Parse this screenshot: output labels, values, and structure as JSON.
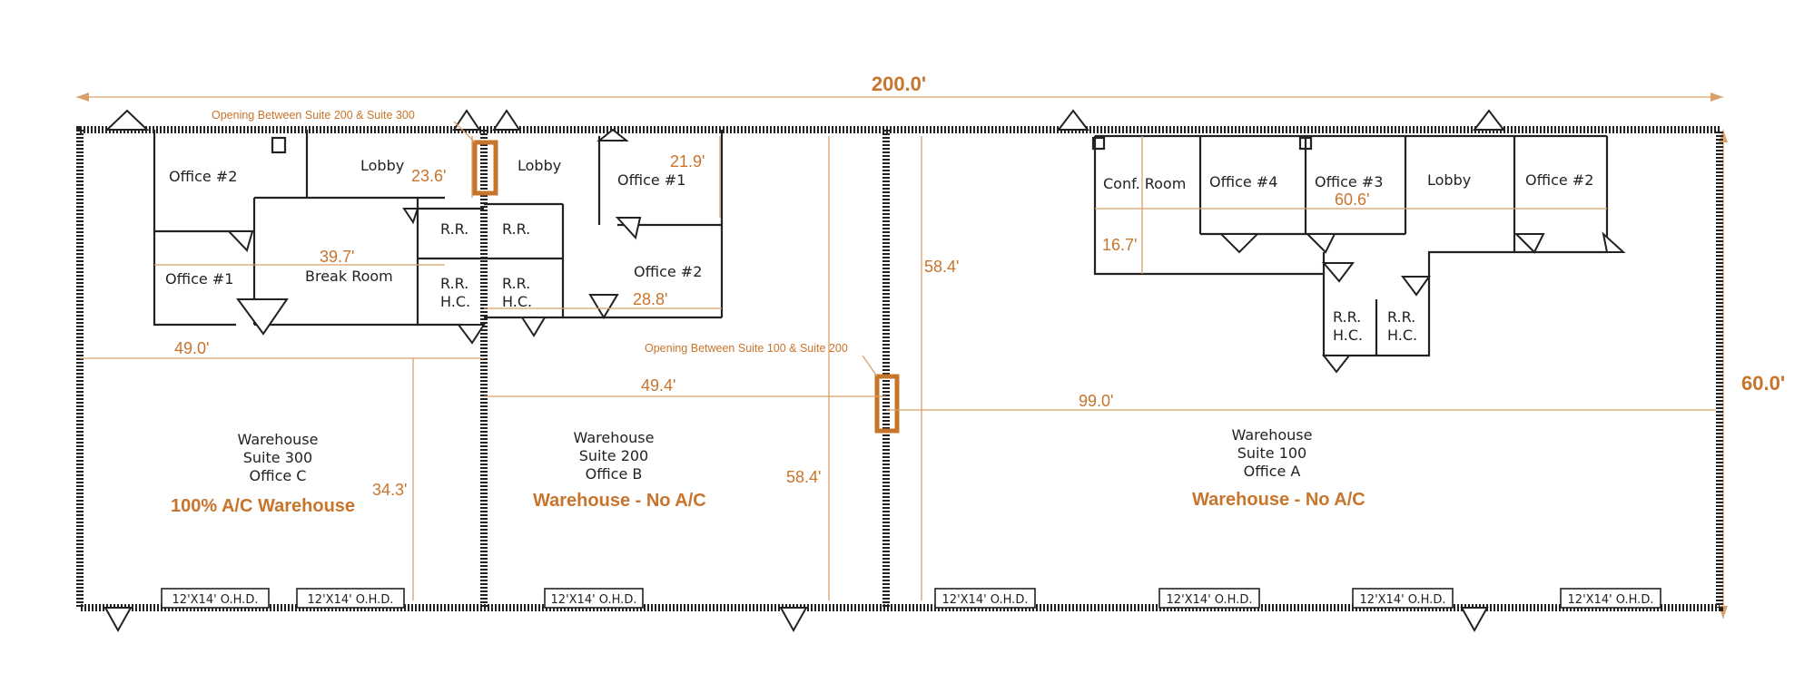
{
  "dimensions": {
    "overall_width": "200.0'",
    "overall_depth": "60.0'",
    "d_49_0": "49.0'",
    "d_49_4": "49.4'",
    "d_99_0": "99.0'",
    "d_23_6": "23.6'",
    "d_39_7": "39.7'",
    "d_21_9": "21.9'",
    "d_28_8": "28.8'",
    "d_58_4_a": "58.4'",
    "d_58_4_b": "58.4'",
    "d_34_3": "34.3'",
    "d_60_6": "60.6'",
    "d_16_7": "16.7'"
  },
  "notes": {
    "opening_200_300": "Opening Between Suite 200 & Suite 300",
    "opening_100_200": "Opening Between Suite 100 & Suite 200"
  },
  "suite300": {
    "rooms": {
      "office2": "Office #2",
      "lobby": "Lobby",
      "office1": "Office #1",
      "break_room": "Break Room",
      "rr": "R.R.",
      "rr_hc_1": "R.R.",
      "rr_hc_2": "H.C."
    },
    "warehouse": [
      "Warehouse",
      "Suite 300",
      "Office C"
    ],
    "ac_label": "100% A/C Warehouse"
  },
  "suite200": {
    "rooms": {
      "lobby": "Lobby",
      "office1": "Office #1",
      "office2": "Office #2",
      "rr": "R.R.",
      "rr_hc_1": "R.R.",
      "rr_hc_2": "H.C."
    },
    "warehouse": [
      "Warehouse",
      "Suite 200",
      "Office B"
    ],
    "ac_label": "Warehouse - No A/C"
  },
  "suite100": {
    "rooms": {
      "conf_room": "Conf.  Room",
      "office4": "Office #4",
      "office3": "Office #3",
      "lobby": "Lobby",
      "office2": "Office #2",
      "rr_hc_a_1": "R.R.",
      "rr_hc_a_2": "H.C.",
      "rr_hc_b_1": "R.R.",
      "rr_hc_b_2": "H.C."
    },
    "warehouse": [
      "Warehouse",
      "Suite 100",
      "Office A"
    ],
    "ac_label": "Warehouse - No A/C"
  },
  "overhead_doors": {
    "door1": "12'X14' O.H.D.",
    "door2": "12'X14' O.H.D.",
    "door3": "12'X14' O.H.D.",
    "door4": "12'X14' O.H.D.",
    "door5": "12'X14' O.H.D.",
    "door6": "12'X14' O.H.D.",
    "door7": "12'X14' O.H.D."
  }
}
